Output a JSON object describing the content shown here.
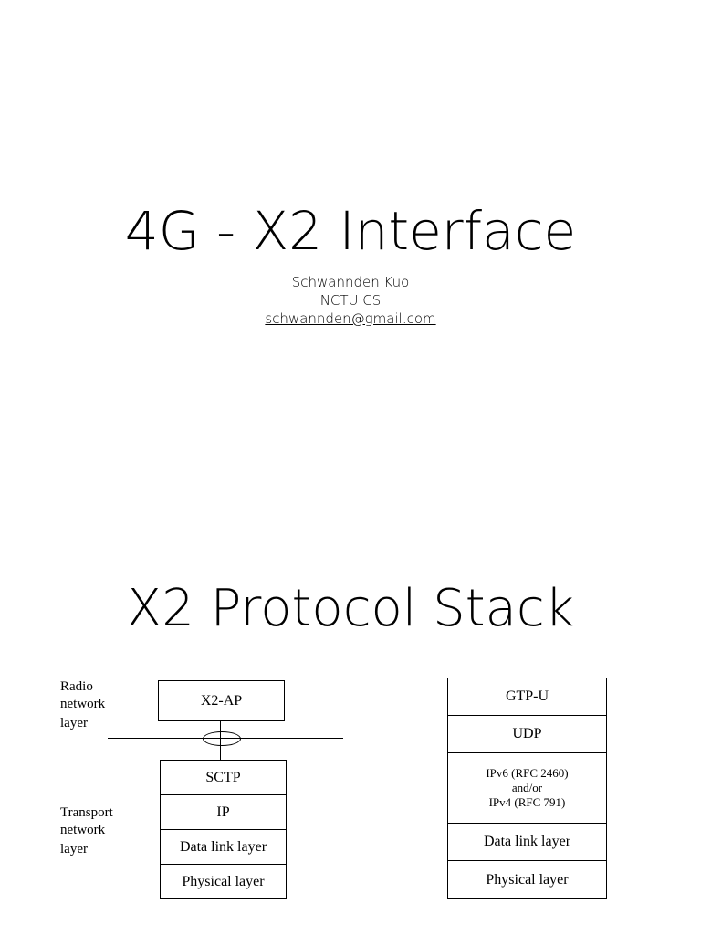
{
  "slide1": {
    "title": "4G - X2 Interface",
    "author": "Schwannden Kuo",
    "affiliation": "NCTU CS",
    "email": "schwannden@gmail.com"
  },
  "slide2": {
    "title": "X2 Protocol Stack",
    "control_plane": {
      "radio_label": [
        "Radio",
        "network",
        "layer"
      ],
      "transport_label": [
        "Transport",
        "network",
        "layer"
      ],
      "app_box": "X2-AP",
      "stack": [
        "SCTP",
        "IP",
        "Data link layer",
        "Physical layer"
      ]
    },
    "user_plane": {
      "stack": [
        "GTP-U",
        "UDP"
      ],
      "ip_box": [
        "IPv6 (RFC 2460)",
        "and/or",
        "IPv4 (RFC 791)"
      ],
      "lower": [
        "Data link layer",
        "Physical layer"
      ]
    }
  }
}
